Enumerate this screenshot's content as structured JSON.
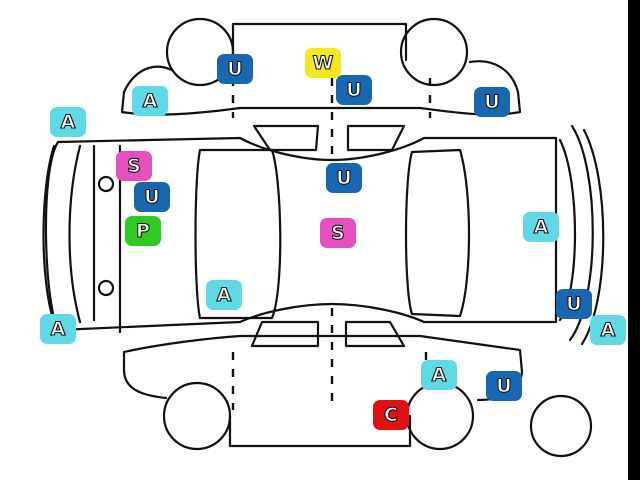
{
  "legend_colors": {
    "A": "#5fd9e6",
    "U": "#1768b0",
    "S": "#e54fc0",
    "P": "#2ecc1e",
    "W": "#f2e81c",
    "C": "#e01010"
  },
  "markers": [
    {
      "code": "A",
      "view": "left-side"
    },
    {
      "code": "U",
      "view": "left-side"
    },
    {
      "code": "W",
      "view": "roof"
    },
    {
      "code": "U",
      "view": "roof"
    },
    {
      "code": "U",
      "view": "right-side"
    },
    {
      "code": "A",
      "view": "front"
    },
    {
      "code": "S",
      "view": "front"
    },
    {
      "code": "U",
      "view": "front"
    },
    {
      "code": "P",
      "view": "front"
    },
    {
      "code": "U",
      "view": "top"
    },
    {
      "code": "S",
      "view": "top"
    },
    {
      "code": "A",
      "view": "top"
    },
    {
      "code": "A",
      "view": "front"
    },
    {
      "code": "A",
      "view": "rear"
    },
    {
      "code": "U",
      "view": "rear"
    },
    {
      "code": "A",
      "view": "rear"
    },
    {
      "code": "A",
      "view": "right-side"
    },
    {
      "code": "U",
      "view": "right-side"
    },
    {
      "code": "C",
      "view": "right-side"
    }
  ]
}
